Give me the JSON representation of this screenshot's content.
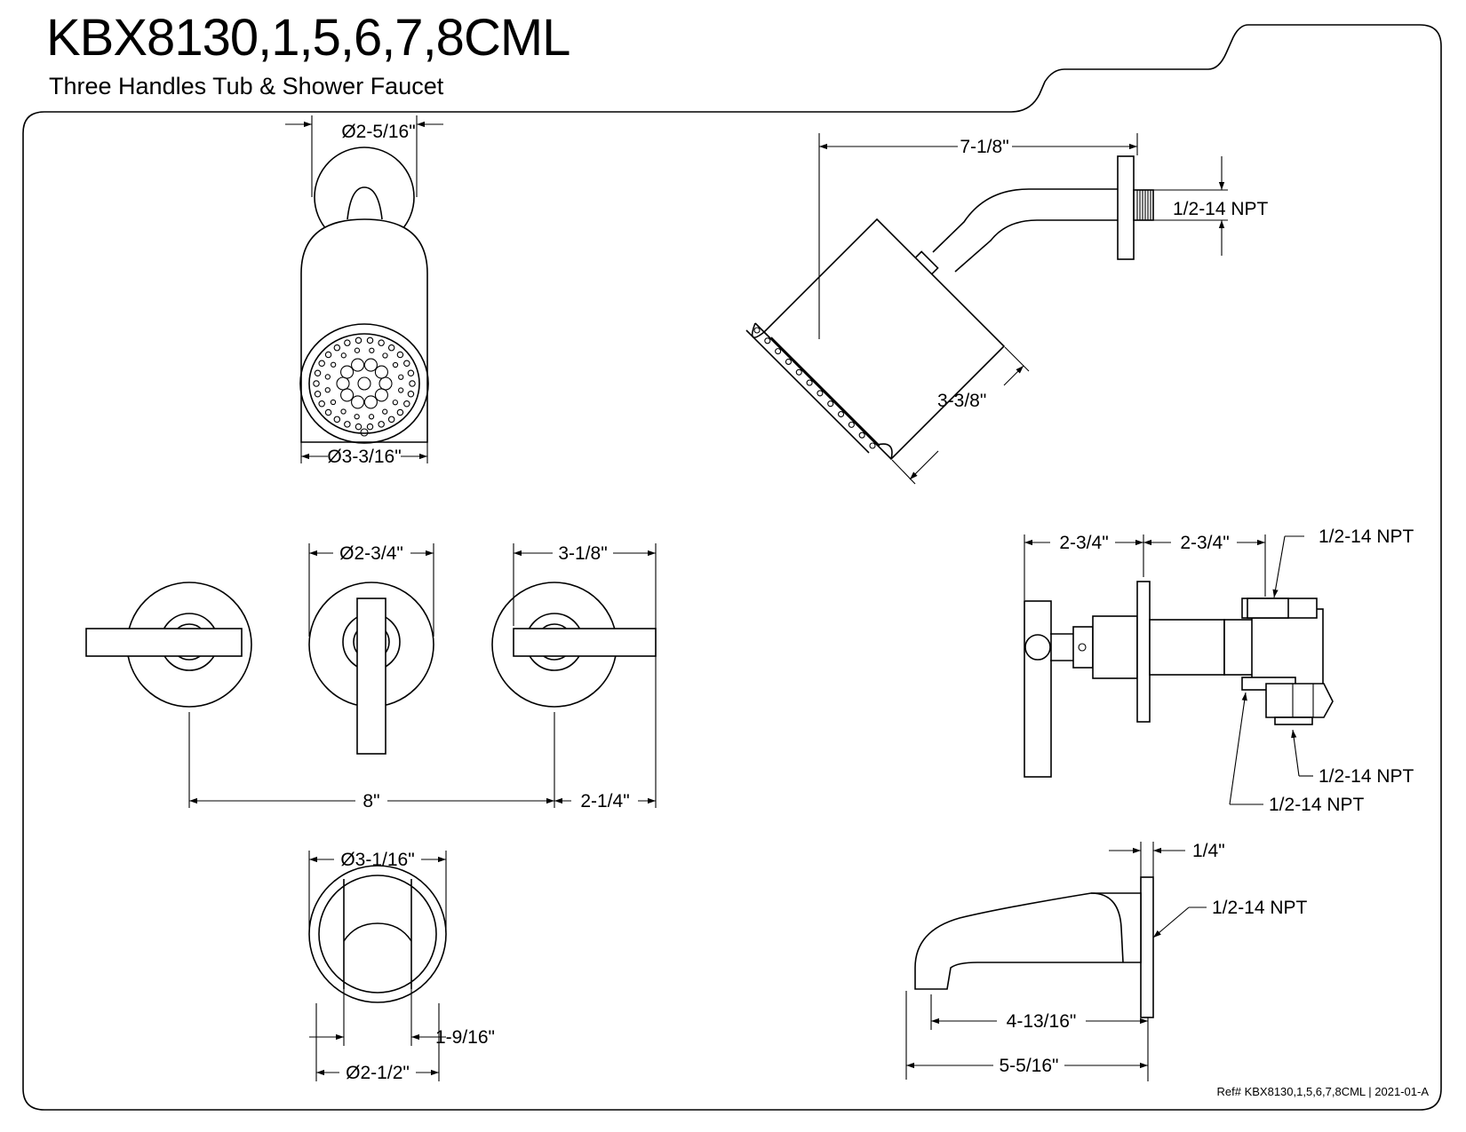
{
  "sheet": {
    "title": "KBX8130,1,5,6,7,8CML",
    "subtitle": "Three Handles Tub & Shower Faucet",
    "reference": "Ref# KBX8130,1,5,6,7,8CML | 2021-01-A"
  },
  "dimensions": {
    "showerhead_front_top": "Ø2-5/16\"",
    "showerhead_front_bottom": "Ø3-3/16\"",
    "showerhead_side_length": "7-1/8\"",
    "showerhead_side_height": "3-3/8\"",
    "showerhead_side_thread": "1/2-14 NPT",
    "handle_escutcheon_dia": "Ø2-3/4\"",
    "handle_lever_length": "3-1/8\"",
    "handle_spacing": "8\"",
    "handle_offset": "2-1/4\"",
    "valve_depth_front": "2-3/4\"",
    "valve_depth_rear": "2-3/4\"",
    "valve_thread_top": "1/2-14 NPT",
    "valve_thread_bottom_right": "1/2-14 NPT",
    "valve_thread_bottom_left": "1/2-14 NPT",
    "spout_front_outer": "Ø3-1/16\"",
    "spout_front_inner": "Ø2-1/2\"",
    "spout_front_opening": "1-9/16\"",
    "spout_side_flange": "1/4\"",
    "spout_side_thread": "1/2-14 NPT",
    "spout_side_reach": "4-13/16\"",
    "spout_side_length": "5-5/16\""
  },
  "icons": [
    "diameter-symbol",
    "dimension-arrow",
    "leader-arrow"
  ]
}
